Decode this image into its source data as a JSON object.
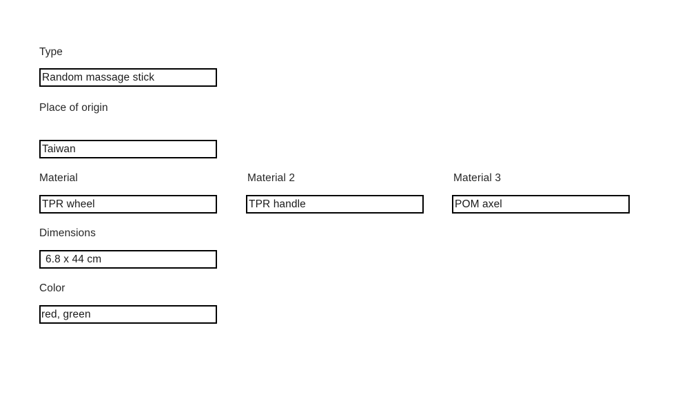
{
  "form": {
    "fields": [
      {
        "key": "type",
        "label": "Type",
        "value": "Random massage stick",
        "column": "a"
      },
      {
        "key": "place_of_origin",
        "label": "Place of origin",
        "value": "Taiwan",
        "column": "a"
      },
      {
        "key": "material",
        "label": "Material",
        "value": "TPR wheel",
        "column": "a"
      },
      {
        "key": "material_2",
        "label": "Material 2",
        "value": "TPR handle",
        "column": "b"
      },
      {
        "key": "material_3",
        "label": "Material 3",
        "value": "POM axel",
        "column": "c"
      },
      {
        "key": "dimensions",
        "label": "Dimensions",
        "value": "6.8 x 44 cm",
        "column": "a"
      },
      {
        "key": "color",
        "label": "Color",
        "value": "red, green",
        "column": "a"
      }
    ]
  },
  "colors": {
    "page_background": "#ffffff",
    "box_border": "#000000",
    "text": "#1a1a1a"
  }
}
